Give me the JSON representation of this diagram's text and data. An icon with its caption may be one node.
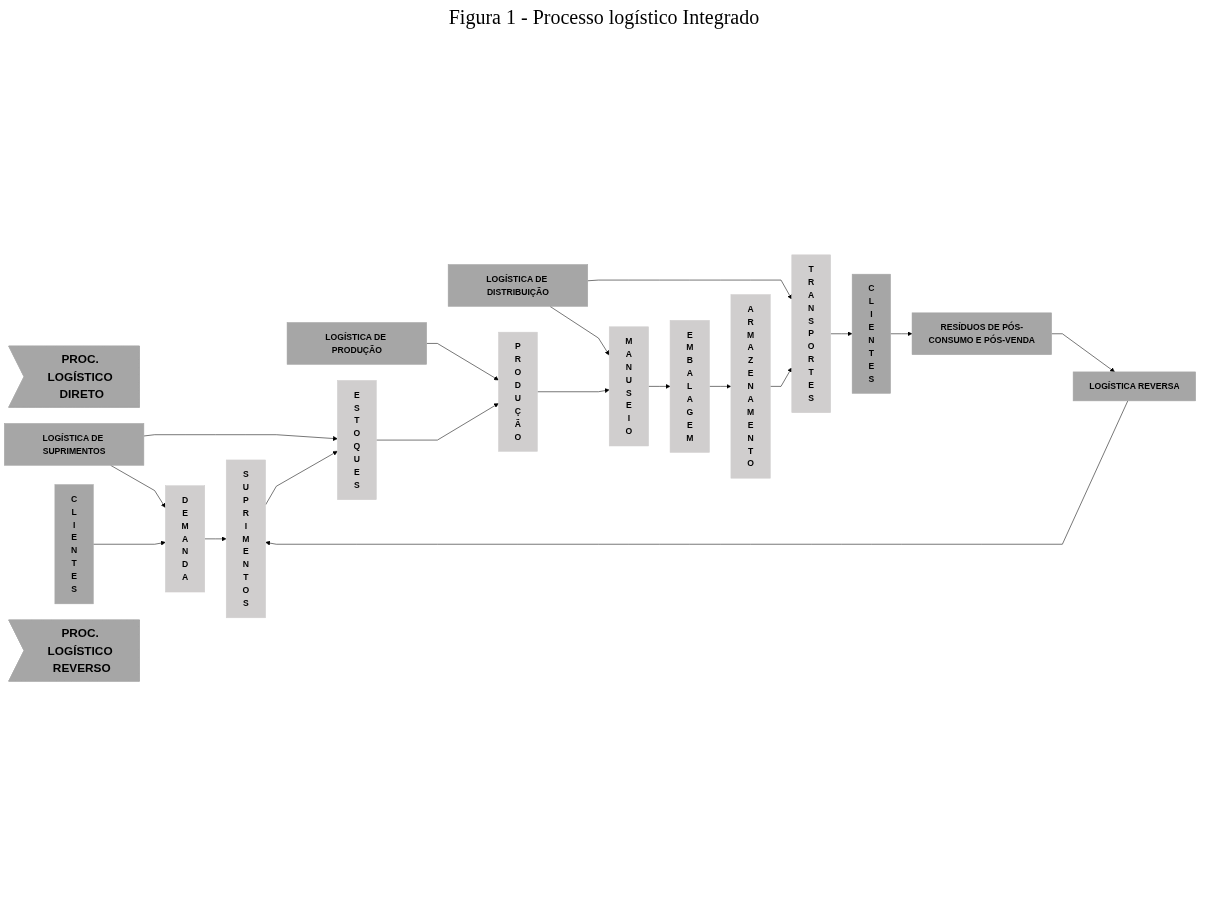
{
  "diagram": {
    "title": "Figura 1 - Processo logístico Integrado",
    "nodes": [
      {
        "text": [
          "PROC. LOGÍSTICO DIRETO"
        ]
      },
      {
        "text": [
          "LOGÍSTICA DE SUPRIMENTOS"
        ]
      },
      {
        "text": [
          "LOGÍSTICA DE PRODUÇÃO"
        ]
      },
      {
        "text": [
          "LOGÍSTICA DE DISTRIBUIÇÃO"
        ]
      },
      {
        "text": [
          "CLIENTES"
        ]
      },
      {
        "text": [
          "DEMANDA"
        ]
      },
      {
        "text": [
          "SUPRIMENTOS"
        ]
      },
      {
        "text": [
          "ESTOQUES"
        ]
      },
      {
        "text": [
          "PRODUÇÃO"
        ]
      },
      {
        "text": [
          "MANUSEIO"
        ]
      },
      {
        "text": [
          "EMBALAGEM"
        ]
      },
      {
        "text": [
          "ARMAZENAMENTO"
        ]
      },
      {
        "text": [
          "TRANSPORTES"
        ]
      },
      {
        "text": [
          "CLIENTES"
        ]
      },
      {
        "text": [
          "RESÍDUOS DE PÓS-CONSUMO E PÓS-VENDA"
        ]
      },
      {
        "text": [
          "LOGÍSTICA REVERSA"
        ]
      },
      {
        "text": [
          "PROC. LOGÍSTICO REVERSO"
        ]
      }
    ],
    "edges": [
      {
        "from": 1,
        "to": 5,
        "arrow": "to"
      },
      {
        "from": 1,
        "to": 7,
        "arrow": "to"
      },
      {
        "from": 2,
        "to": 8,
        "arrow": "to"
      },
      {
        "from": 3,
        "to": 9,
        "arrow": "to"
      },
      {
        "from": 3,
        "to": 12,
        "arrow": "to"
      },
      {
        "from": 4,
        "to": 5,
        "arrow": "to"
      },
      {
        "from": 5,
        "to": 6,
        "arrow": "to"
      },
      {
        "from": 6,
        "to": 7,
        "arrow": "to"
      },
      {
        "from": 7,
        "to": 8,
        "arrow": "to"
      },
      {
        "from": 8,
        "to": 9,
        "arrow": "to"
      },
      {
        "from": 9,
        "to": 10,
        "arrow": "to"
      },
      {
        "from": 10,
        "to": 11,
        "arrow": "to"
      },
      {
        "from": 11,
        "to": 12,
        "arrow": "to"
      },
      {
        "from": 12,
        "to": 13,
        "arrow": "to"
      },
      {
        "from": 13,
        "to": 14,
        "arrow": "to"
      },
      {
        "from": 14,
        "to": 15,
        "arrow": "to"
      },
      {
        "from": 15,
        "to": 6,
        "arrow": "to"
      }
    ]
  }
}
